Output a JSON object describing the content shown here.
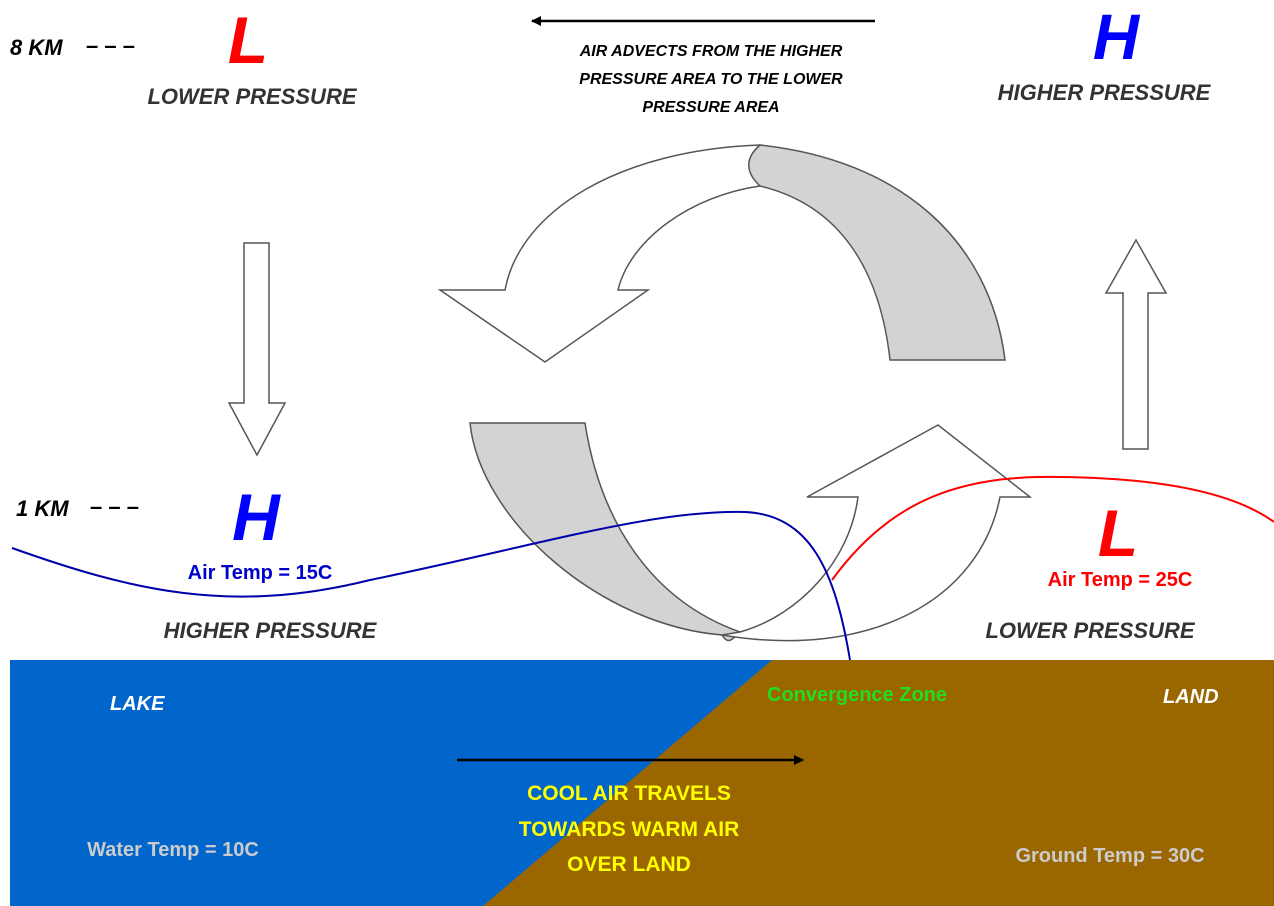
{
  "colors": {
    "lake": "#0066cc",
    "land": "#996600",
    "arrow_fill": "#ffffff",
    "arrow_shaded": "#d3d3d3",
    "outline": "#555555",
    "low": "#ff0000",
    "high": "#0000ff",
    "cool_air_line": "#0000aa",
    "warm_air_line": "#ff0000",
    "convergence": "#22dd22",
    "yellow": "#ffff00",
    "grey_text": "#cccccc",
    "dark_text": "#333333"
  },
  "altitude": {
    "upper_label": "8 KM",
    "lower_label": "1 KM",
    "dashes": "– – –"
  },
  "upper_left": {
    "letter": "L",
    "label": "LOWER PRESSURE"
  },
  "upper_right": {
    "letter": "H",
    "label": "HIGHER PRESSURE"
  },
  "lower_left": {
    "letter": "H",
    "air_temp": "Air Temp = 15C",
    "label": "HIGHER PRESSURE"
  },
  "lower_right": {
    "letter": "L",
    "air_temp": "Air Temp = 25C",
    "label": "LOWER PRESSURE"
  },
  "advection_note": {
    "line1": "AIR ADVECTS FROM THE HIGHER",
    "line2": "PRESSURE AREA TO THE LOWER",
    "line3": "PRESSURE AREA"
  },
  "surface": {
    "lake_label": "LAKE",
    "land_label": "LAND",
    "water_temp": "Water Temp = 10C",
    "ground_temp": "Ground Temp = 30C",
    "convergence_label": "Convergence Zone",
    "cool_air_line1": "COOL AIR TRAVELS",
    "cool_air_line2": "TOWARDS WARM AIR",
    "cool_air_line3": "OVER LAND"
  }
}
